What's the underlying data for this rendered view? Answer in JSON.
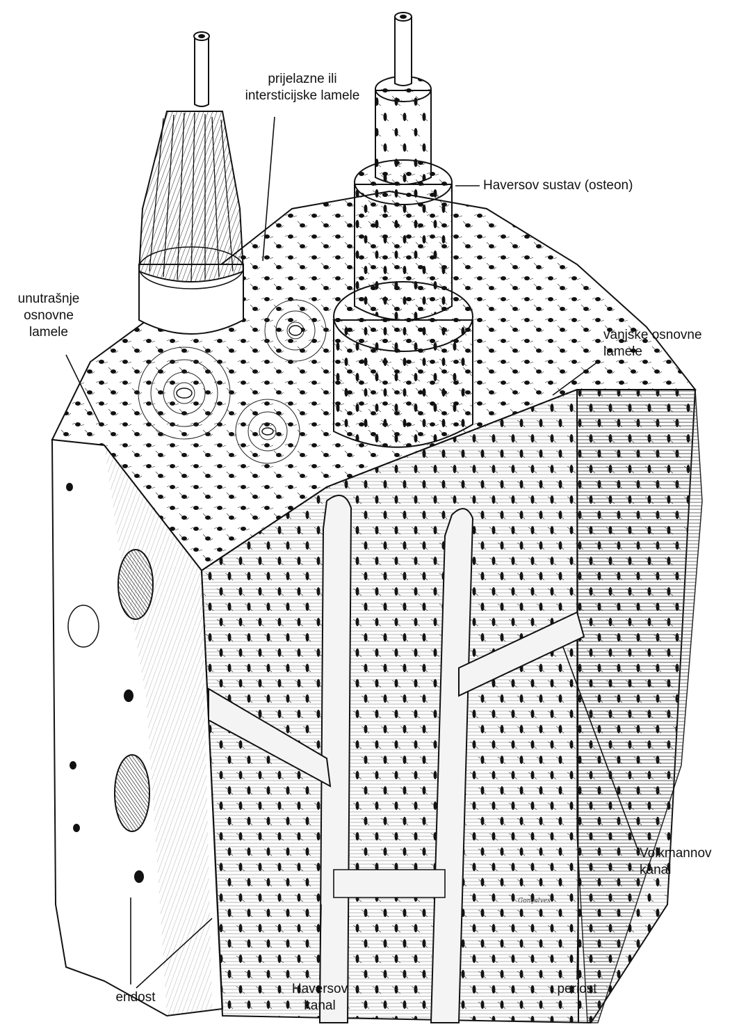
{
  "labels": {
    "interstitial": [
      "prijelazne ili",
      "intersticijske lamele"
    ],
    "osteon": [
      "Haversov sustav (osteon)"
    ],
    "inner": [
      "unutrašnje",
      "osnovne",
      "lamele"
    ],
    "outer": [
      "vanjske osnovne",
      "lamele"
    ],
    "volkmann": [
      "Volkmannov",
      "kanal"
    ],
    "endost": [
      "endost"
    ],
    "haversov_kanal": [
      "Haversov",
      "kanal"
    ],
    "periost": [
      "periost"
    ]
  },
  "signature": "Gonçalves",
  "colors": {
    "ink": "#111111",
    "paper": "#ffffff",
    "canal": "#f4f4f4"
  }
}
